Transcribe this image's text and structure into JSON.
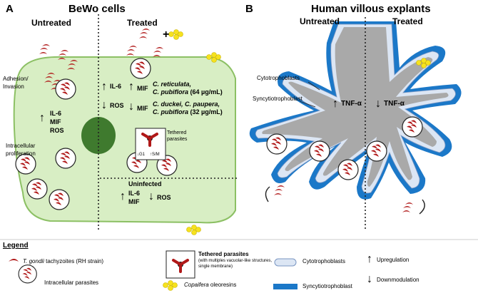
{
  "panelA": {
    "letter": "A",
    "title": "BeWo cells",
    "untreated": "Untreated",
    "treated": "Treated",
    "adhesion_line1": "Adhesion/",
    "adhesion_line2": "Invasion",
    "markers_up": [
      "IL-6",
      "MIF",
      "ROS"
    ],
    "intracellular_line1": "Intracellular",
    "intracellular_line2": "proliferation",
    "treated_il6": "IL-6",
    "treated_ros": "ROS",
    "mif": "MIF",
    "mif_text1_italic": "C. reticulata,",
    "mif_text1b_italic": "C. pubiflora",
    "mif_text1b_plain": " (64 µg/mL)",
    "mif_text2_italic": "C. duckei, C. paupera,",
    "mif_text2b_italic": "C. pubiflora",
    "mif_text2b_plain": " (32 µg/mL)",
    "tethered_line1": "Tethered",
    "tethered_line2": "parasites",
    "g1": "G1",
    "sm": "S/M",
    "uninfected": "Uninfected",
    "uninf_il6": "IL-6",
    "uninf_mif": "MIF",
    "uninf_ros": "ROS",
    "plus": "+"
  },
  "panelB": {
    "letter": "B",
    "title": "Human villous explants",
    "untreated": "Untreated",
    "treated": "Treated",
    "cytotrophoblasts": "Cytotrophoblasts",
    "syncytiotrophoblast": "Syncytiotrophoblast",
    "tnf_untreated": "TNF-α",
    "tnf_treated": "TNF-α"
  },
  "legend": {
    "title": "Legend",
    "tachyzoites_italic": "T. gondii",
    "tachyzoites_plain": " tachyzoites (RH strain)",
    "intracellular": "Intracellular parasites",
    "tethered_title": "Tethered parasites",
    "tethered_desc1": "(with multiples vacuolar-like structures,",
    "tethered_desc2": "single membrane)",
    "copaifera_italic": "Copaifera",
    "copaifera_plain": " oleoresins",
    "cytotrophoblasts": "Cytotrophoblasts",
    "syncytiotrophoblast": "Syncytiotrophoblast",
    "upregulation": "Upregulation",
    "downmodulation": "Downmodulation"
  },
  "colors": {
    "cell_fill": "#d8eec4",
    "cell_stroke": "#8cc064",
    "nucleus": "#3f7a2e",
    "parasite": "#b01818",
    "oleoresin": "#f6e21e",
    "syncytio": "#1b78c8",
    "cyto_fill": "#dce6f4",
    "villus_core": "#a9a9a9"
  }
}
